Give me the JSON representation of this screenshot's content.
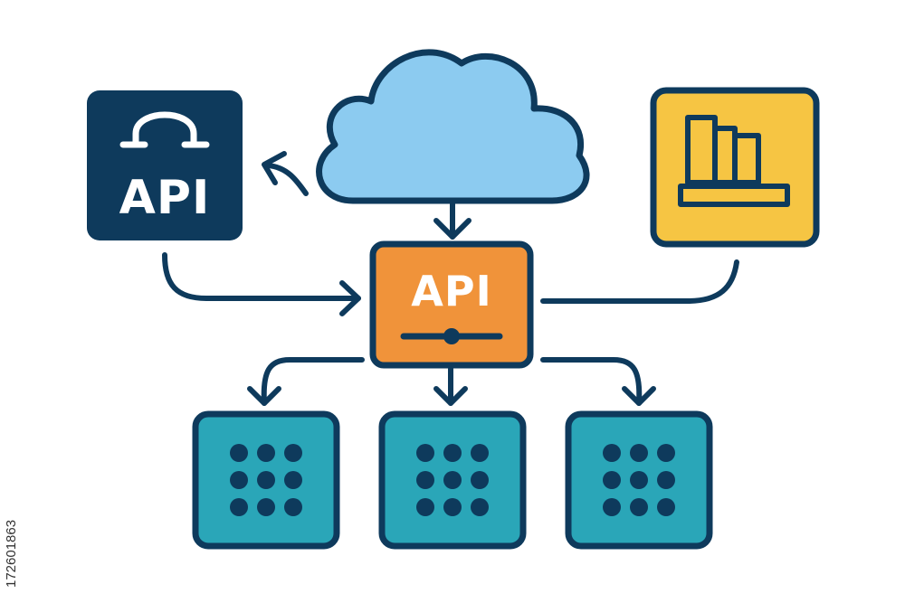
{
  "labels": {
    "left_node": "API",
    "center_node": "API"
  },
  "side_id": "172601863",
  "colors": {
    "outline": "#0e3a5c",
    "left_node_fill": "#0e3a5c",
    "cloud_fill": "#8ccbf0",
    "center_node_fill": "#f0933a",
    "books_fill": "#f6c543",
    "server_fill": "#2aa6b8",
    "api_text": "#ffffff"
  },
  "icons": [
    "cloud-icon",
    "books-icon",
    "server-dots-icon",
    "arrow-icon"
  ]
}
